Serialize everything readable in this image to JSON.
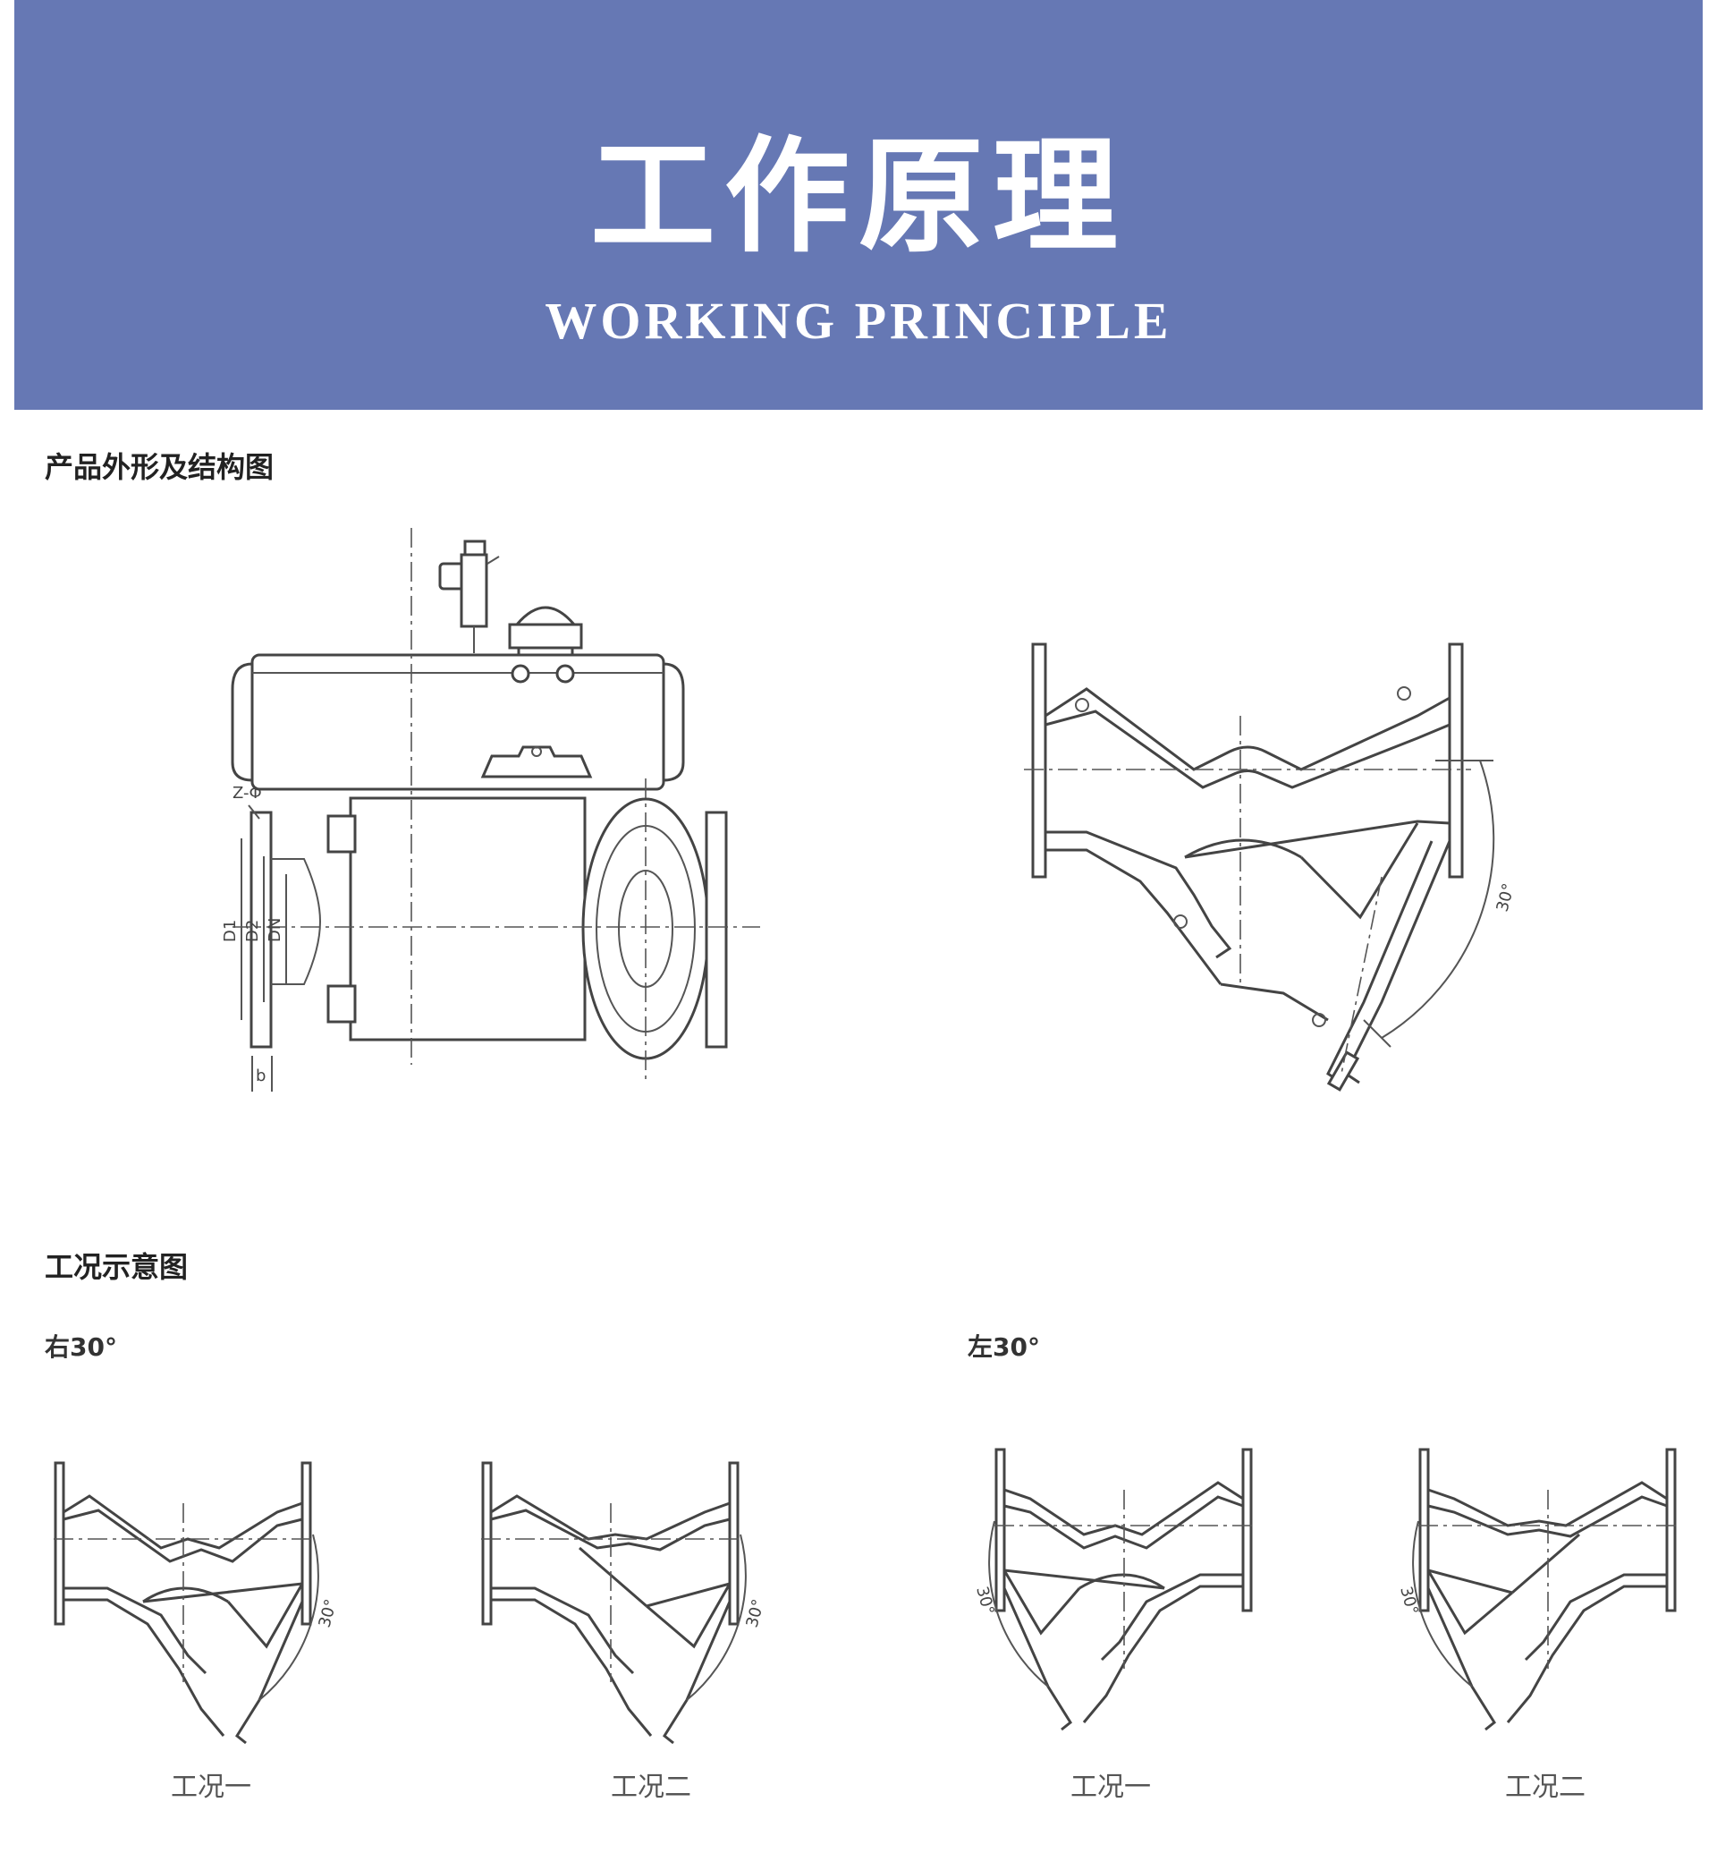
{
  "banner": {
    "title": "工作原理",
    "subtitle": "WORKING PRINCIPLE",
    "color": "#6678b4"
  },
  "section1": {
    "heading": "产品外形及结构图",
    "front_view_labels": [
      "Z-Φ",
      "D1",
      "D2",
      "DN",
      "b"
    ],
    "angle_label": "30°"
  },
  "section2": {
    "heading": "工况示意图",
    "groups": [
      {
        "label": "右30°",
        "cases": [
          {
            "caption": "工况一",
            "angle_label": "30°"
          },
          {
            "caption": "工况二",
            "angle_label": "30°"
          }
        ]
      },
      {
        "label": "左30°",
        "cases": [
          {
            "caption": "工况一",
            "angle_label": "30°"
          },
          {
            "caption": "工况二",
            "angle_label": "30°"
          }
        ]
      }
    ]
  }
}
